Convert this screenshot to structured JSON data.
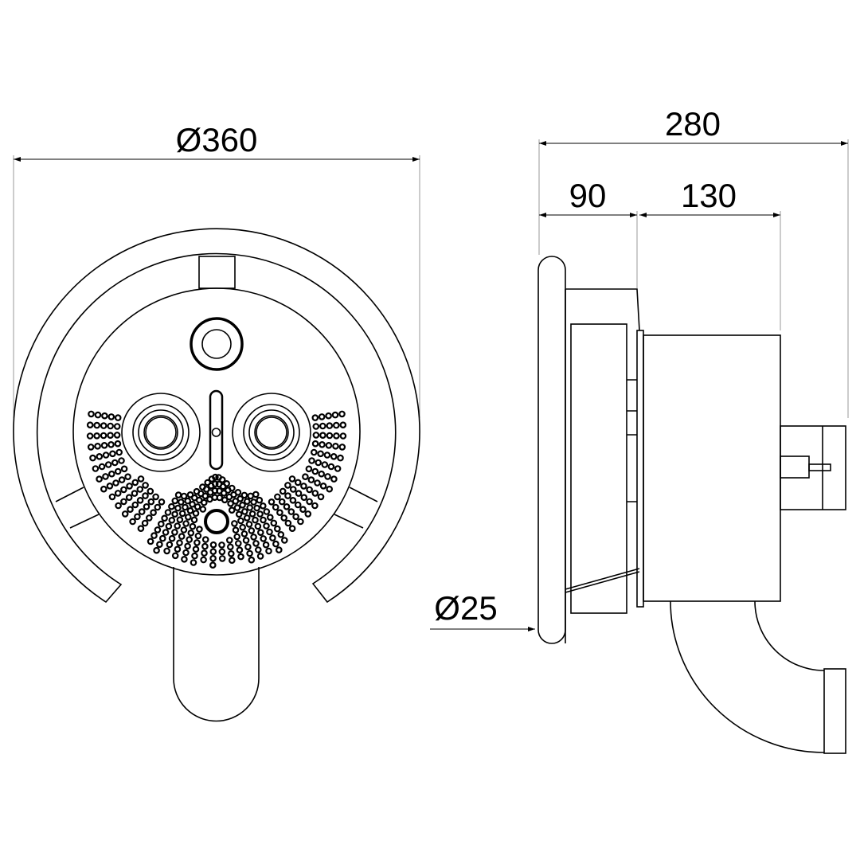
{
  "title": "Shower mixer technical drawing",
  "dimensions": {
    "front_diameter": "Ø360",
    "total_depth": "280",
    "bezel_depth": "90",
    "body_depth": "130",
    "ring_tube_diameter": "Ø25"
  },
  "colors": {
    "line": "#000000",
    "extension": "#999999",
    "background": "#ffffff"
  }
}
